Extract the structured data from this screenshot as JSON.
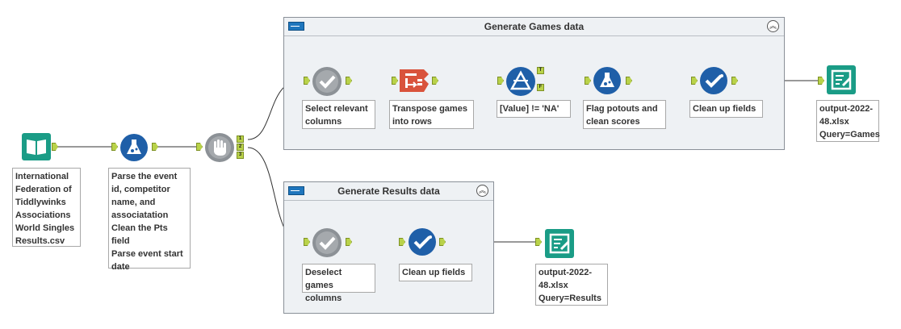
{
  "containers": {
    "games": {
      "title": "Generate Games data",
      "collapse_glyph": "︽"
    },
    "results": {
      "title": "Generate Results data",
      "collapse_glyph": "︽"
    }
  },
  "tools": {
    "input": {
      "icon": "book-input-icon",
      "annotation": "International\nFederation of\nTiddlywinks\nAssociations\nWorld Singles\nResults.csv"
    },
    "formula_parse": {
      "icon": "formula-flask-icon",
      "annotation": "Parse the event\nid, competitor\nname, and\nassociatation\nClean the Pts\nfield\nParse event start\ndate"
    },
    "detour": {
      "icon": "hand-detour-icon",
      "anchors": [
        "1",
        "2",
        "3"
      ]
    },
    "select_relevant": {
      "icon": "select-check-icon",
      "annotation": "Select relevant\ncolumns"
    },
    "transpose": {
      "icon": "transpose-icon",
      "annotation": "Transpose games\ninto rows"
    },
    "filter": {
      "icon": "filter-triangle-icon",
      "annotation": "[Value] != 'NA'",
      "anchors": [
        "T",
        "F"
      ]
    },
    "formula_flag": {
      "icon": "formula-flask-icon",
      "annotation": "Flag potouts and\nclean scores"
    },
    "clean_games": {
      "icon": "clean-check-icon",
      "annotation": "Clean up fields"
    },
    "output_games": {
      "icon": "output-file-icon",
      "annotation": "output-2022-\n48.xlsx\nQuery=Games"
    },
    "deselect": {
      "icon": "select-check-icon",
      "annotation": "Deselect games\ncolumns"
    },
    "clean_results": {
      "icon": "clean-check-icon",
      "annotation": "Clean up fields"
    },
    "output_results": {
      "icon": "output-file-icon",
      "annotation": "output-2022-\n48.xlsx\nQuery=Results"
    }
  },
  "colors": {
    "input_green": "#1a9c86",
    "formula_blue": "#1f5fa8",
    "select_gray": "#8c9196",
    "transpose_red": "#d9533c",
    "filter_blue": "#1f5fa8",
    "output_green": "#1a9c86",
    "anchor_green": "#b9d24a"
  }
}
